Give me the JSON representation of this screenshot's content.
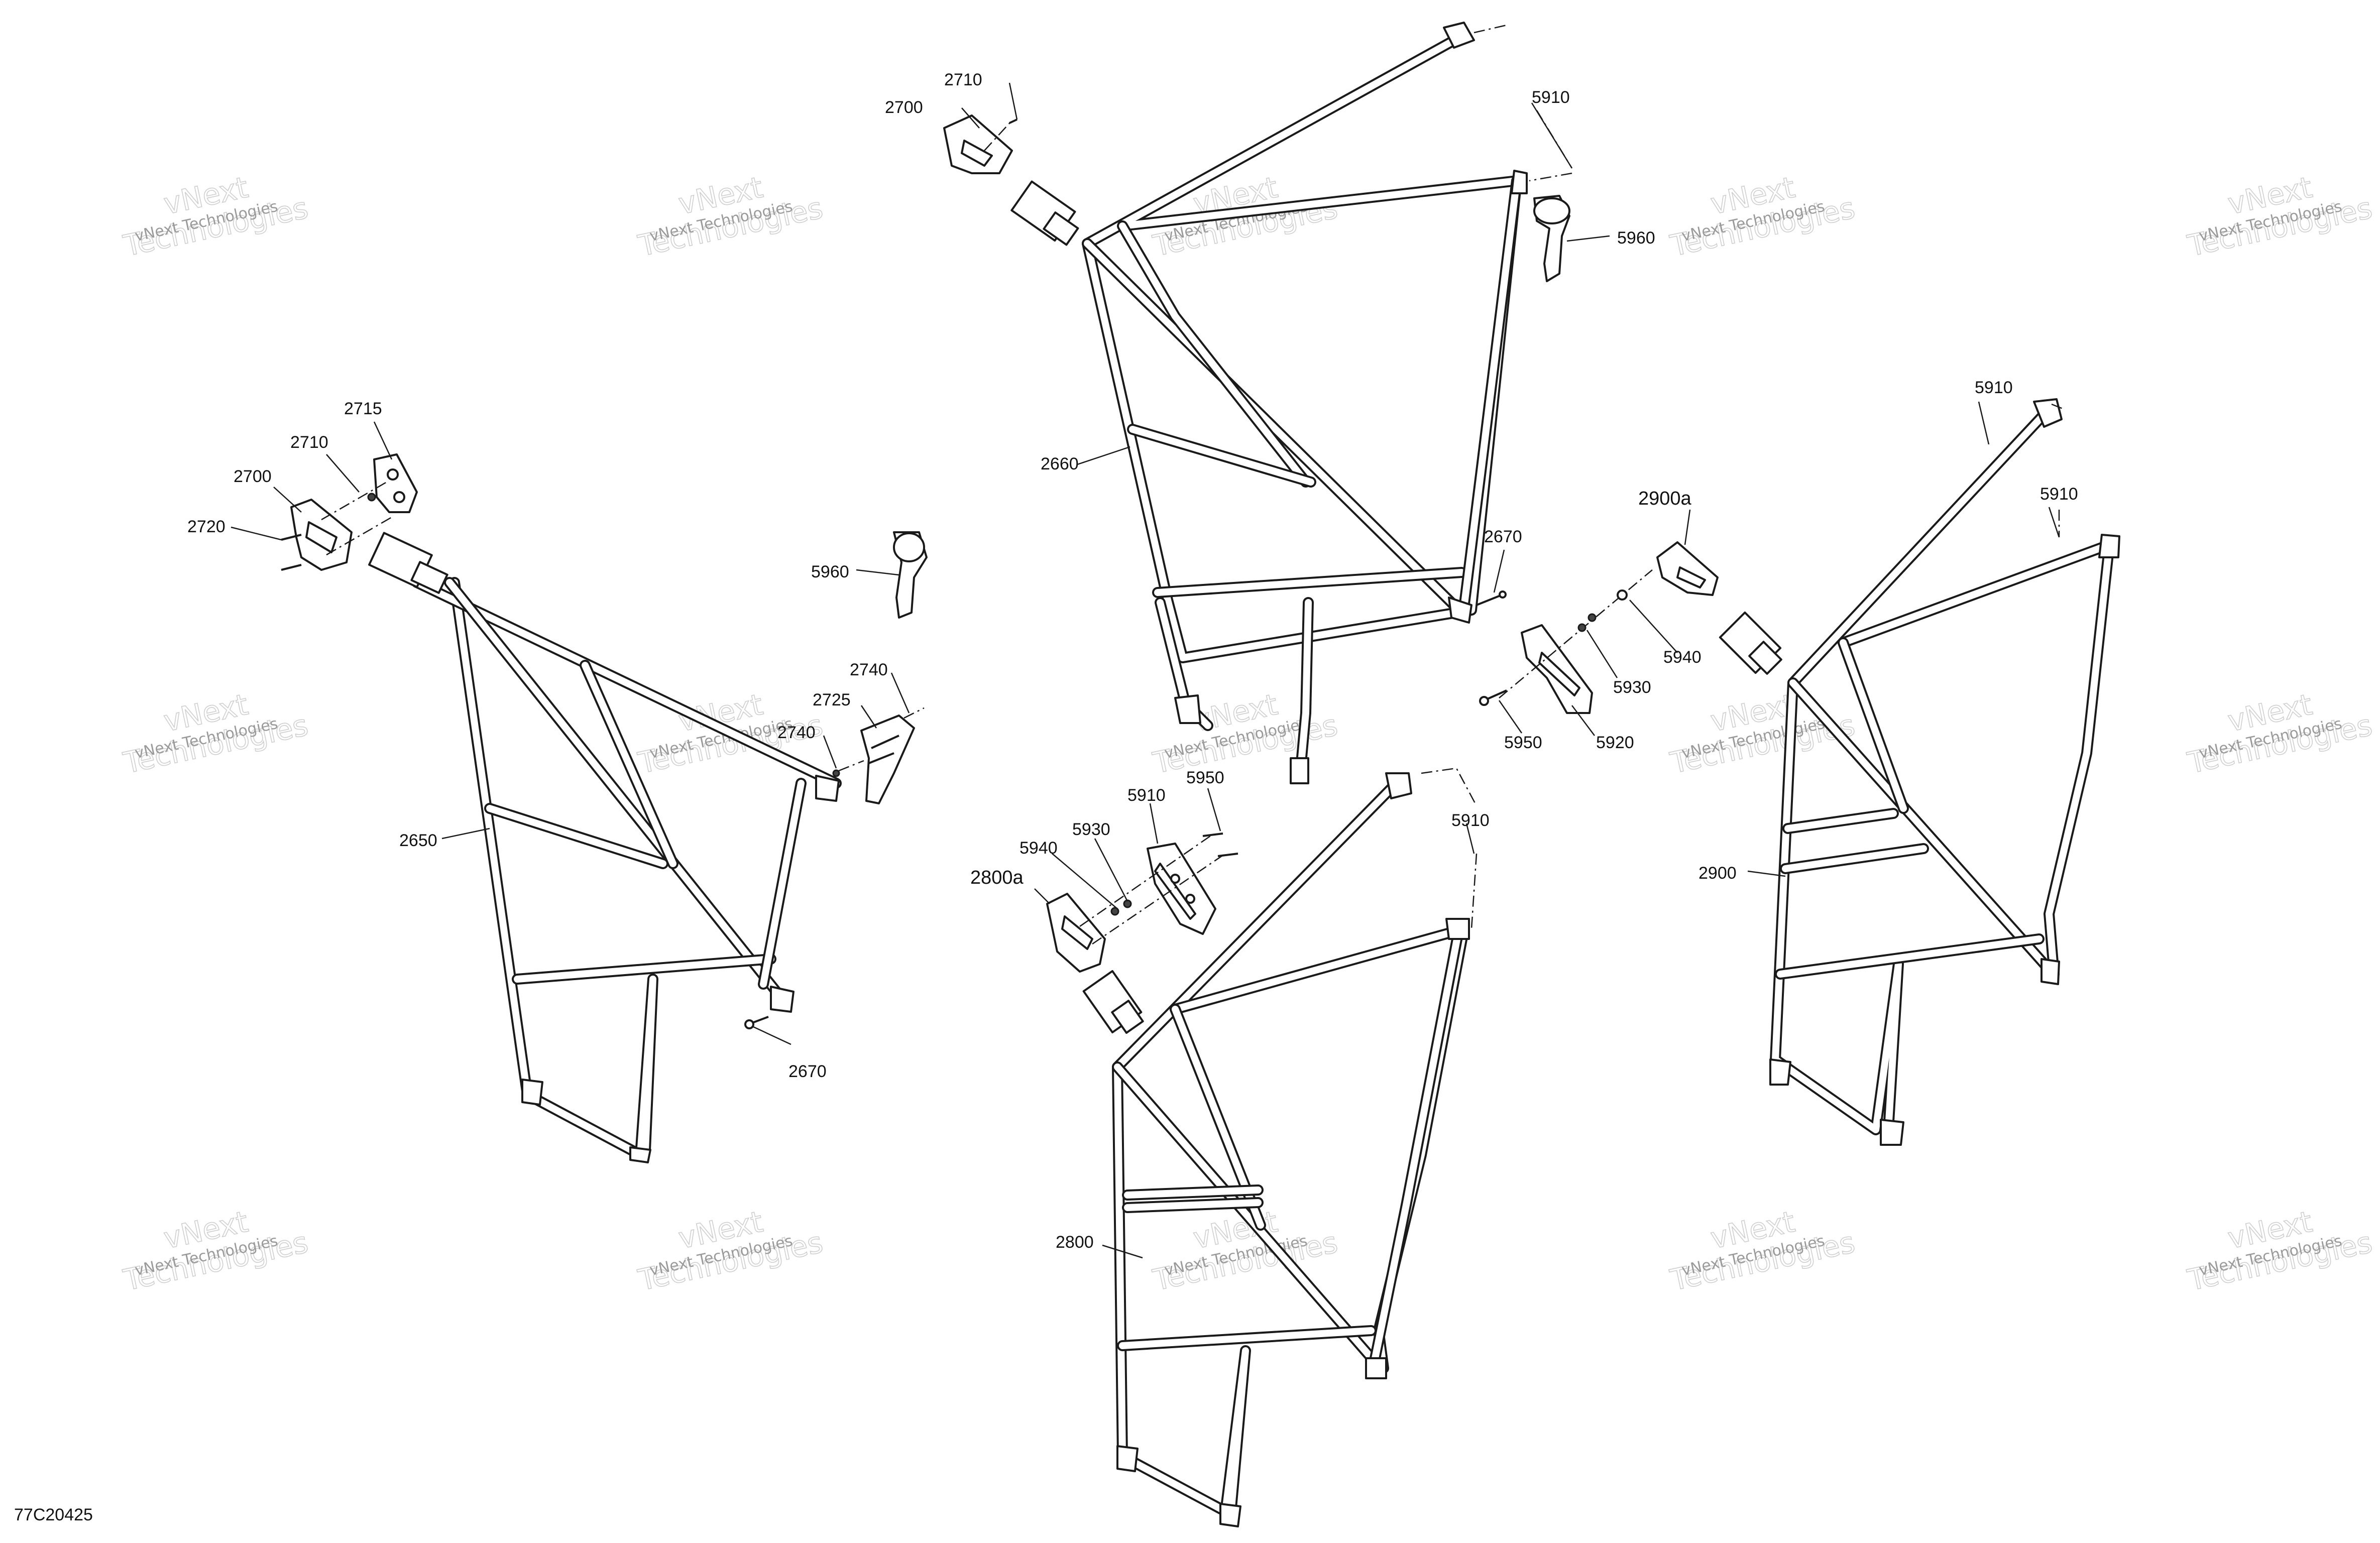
{
  "watermark": {
    "line1": "vNext",
    "line2": "Technologies",
    "small": "vNext Technologies"
  },
  "drawing_code": "77C20425",
  "callouts": {
    "c2710_top": "2710",
    "c2700_top": "2700",
    "c5910_top": "5910",
    "c5960_top": "5960",
    "c2660": "2660",
    "c2670_top": "2670",
    "c2900a": "2900a",
    "c5940_right": "5940",
    "c5930_right": "5930",
    "c5950_right": "5950",
    "c5920": "5920",
    "c5910_right_a": "5910",
    "c5910_right_b": "5910",
    "c2900": "2900",
    "c2715": "2715",
    "c2710_left": "2710",
    "c2700_left": "2700",
    "c2720": "2720",
    "c5960_left": "5960",
    "c2740_a": "2740",
    "c2725": "2725",
    "c2740_b": "2740",
    "c2650": "2650",
    "c2670_left": "2670",
    "c5910_mid": "5910",
    "c5950_mid": "5950",
    "c5940_mid": "5940",
    "c5930_mid": "5930",
    "c2800a": "2800a",
    "c5910_mid_right": "5910",
    "c2800": "2800"
  }
}
